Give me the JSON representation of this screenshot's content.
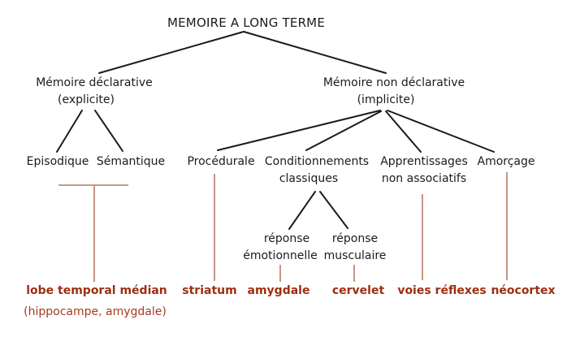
{
  "palette": {
    "ink": "#1b1b1b",
    "accent_line": "#c08a77",
    "region_text": "#9e2e10",
    "region_subtext": "#a63b22"
  },
  "tree": {
    "root": "MEMOIRE A LONG TERME",
    "declarative": {
      "line1": "Mémoire déclarative",
      "line2": "(explicite)"
    },
    "non_declarative": {
      "line1": "Mémoire non déclarative",
      "line2": "(implicite)"
    },
    "episodique": {
      "line1": "Episodique"
    },
    "semantique": {
      "line1": "Sémantique"
    },
    "procedurale": {
      "line1": "Procédurale"
    },
    "conditionnements": {
      "line1": "Conditionnements",
      "line2": "classiques"
    },
    "apprentissages": {
      "line1": "Apprentissages",
      "line2": "non associatifs"
    },
    "amorcage": {
      "line1": "Amorçage"
    },
    "reponse_emotionnelle": {
      "line1": "réponse",
      "line2": "émotionnelle"
    },
    "reponse_musculaire": {
      "line1": "réponse",
      "line2": "musculaire"
    }
  },
  "brain_regions": {
    "lobe_temporal_median": {
      "label": "lobe temporal médian",
      "sub": "(hippocampe, amygdale)"
    },
    "striatum": {
      "label": "striatum"
    },
    "amygdale": {
      "label": "amygdale"
    },
    "cervelet": {
      "label": "cervelet"
    },
    "voies_reflexes": {
      "label": "voies réflexes"
    },
    "neocortex": {
      "label": "néocortex"
    }
  }
}
